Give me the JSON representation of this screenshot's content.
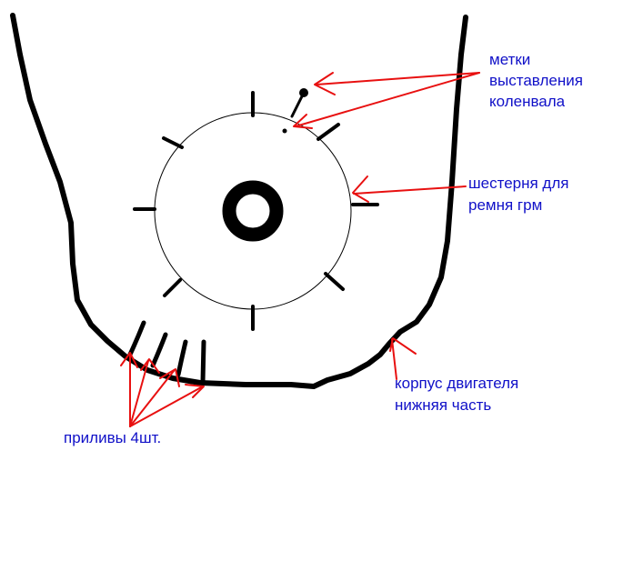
{
  "colors": {
    "background": "#ffffff",
    "outline": "#000000",
    "arrow": "#e81010",
    "label_text": "#1010c8"
  },
  "labels": {
    "marks": [
      "метки",
      "выставления",
      "коленвала"
    ],
    "gear": [
      "шестерня для",
      "ремня грм"
    ],
    "engine_case": [
      "корпус двигателя",
      "нижняя часть"
    ],
    "lugs": [
      "приливы 4шт."
    ]
  }
}
